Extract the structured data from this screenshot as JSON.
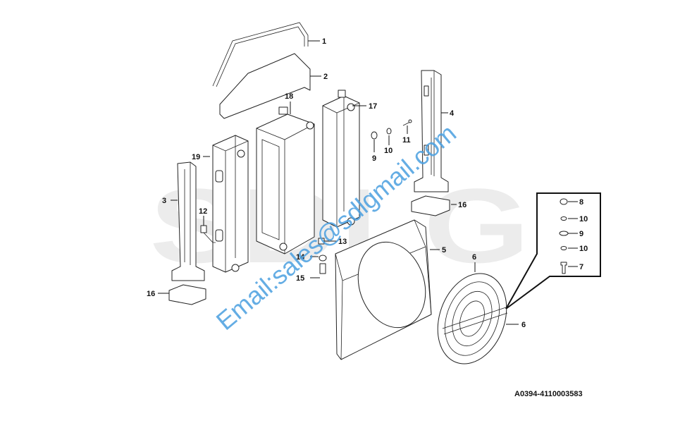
{
  "watermark": {
    "logo_text": "SDLG",
    "email_text": "Email:sales@sdlgmail.com"
  },
  "reference_code": "A0394-4110003583",
  "callouts": [
    "1",
    "2",
    "3",
    "4",
    "5",
    "6",
    "6",
    "7",
    "8",
    "9",
    "9",
    "10",
    "10",
    "10",
    "11",
    "12",
    "13",
    "14",
    "15",
    "16",
    "16",
    "17",
    "18",
    "19"
  ],
  "detail_box_items": [
    "8",
    "10",
    "9",
    "10",
    "7"
  ],
  "colors": {
    "line": "#222222",
    "watermark_logo": "#ececec",
    "watermark_email": "#4a9fe0",
    "detail_box": "#111111"
  }
}
